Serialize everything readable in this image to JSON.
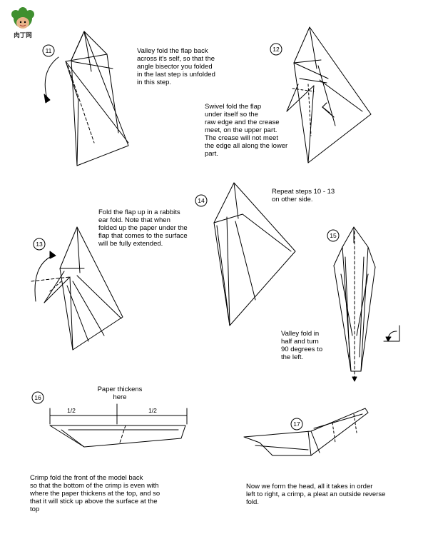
{
  "logo": {
    "text": "肉丁网"
  },
  "steps": {
    "s11": {
      "num": "11",
      "text": "Valley fold the flap back\nacross it's self, so that the\nangle bisector you folded\nin the last step is unfolded\nin this step."
    },
    "s12": {
      "num": "12",
      "text": "Swivel fold the flap\nunder itself so the\nraw edge and the crease\nmeet, on the upper part.\nThe crease will not meet\nthe edge all along the lower\npart."
    },
    "s13": {
      "num": "13",
      "text": "Fold the flap up in a rabbits\near fold.  Note that when\nfolded up the paper under the\nflap that comes to the surface\nwill be fully extended."
    },
    "s14": {
      "num": "14",
      "text": "Repeat steps 10 - 13\non other side."
    },
    "s15": {
      "num": "15",
      "text": "Valley fold in\nhalf and turn\n90 degrees to\nthe left."
    },
    "s16": {
      "num": "16",
      "label": "Paper thickens\nhere",
      "half_left": "1/2",
      "half_right": "1/2",
      "text": "Crimp fold the front of the model back\nso that the bottom of the crimp is even with\nwhere the paper thickens at the top, and so\nthat it will stick up above the surface at the\ntop"
    },
    "s17": {
      "num": "17",
      "text": "Now we form the head, all it takes in order\nleft to right, a crimp, a pleat an outside reverse\nfold."
    }
  },
  "colors": {
    "ink": "#000000",
    "logo_green": "#3f8f2f",
    "logo_face": "#e8b48a"
  }
}
